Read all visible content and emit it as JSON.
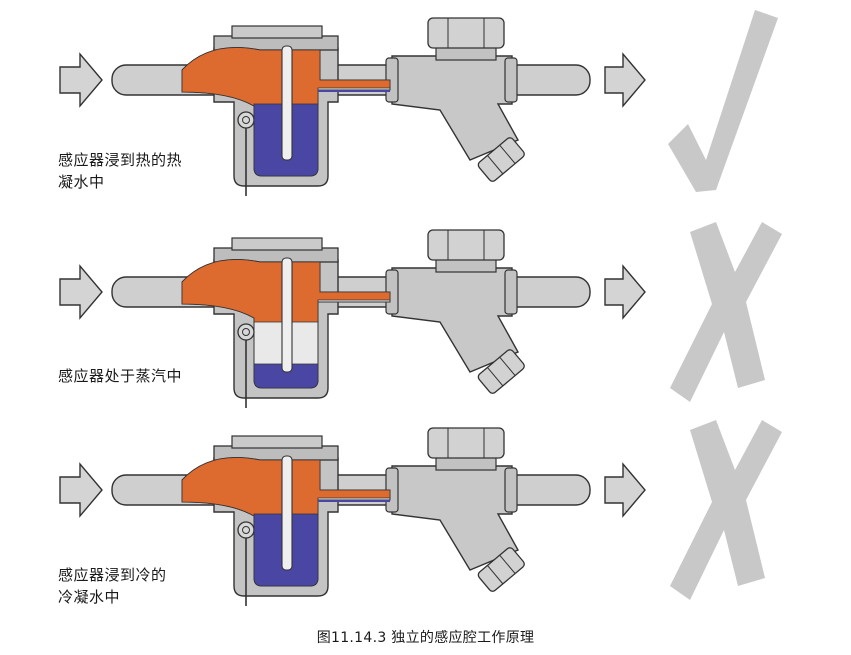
{
  "caption": "图11.14.3 独立的感应腔工作原理",
  "rows": [
    {
      "label_line1": "感应器浸到热的热",
      "label_line2": "凝水中",
      "status": "check-mark",
      "liquid_level": "high"
    },
    {
      "label_line1": "感应器处于蒸汽中",
      "label_line2": "",
      "status": "cross-mark",
      "liquid_level": "low"
    },
    {
      "label_line1": "感应器浸到冷的",
      "label_line2": "冷凝水中",
      "status": "cross-mark",
      "liquid_level": "high"
    }
  ],
  "colors": {
    "pipe": "#cfcfcf",
    "steam": "#dd6a2f",
    "condensate": "#4a46a3",
    "mark": "#c8c8c8",
    "outline": "#333333"
  }
}
